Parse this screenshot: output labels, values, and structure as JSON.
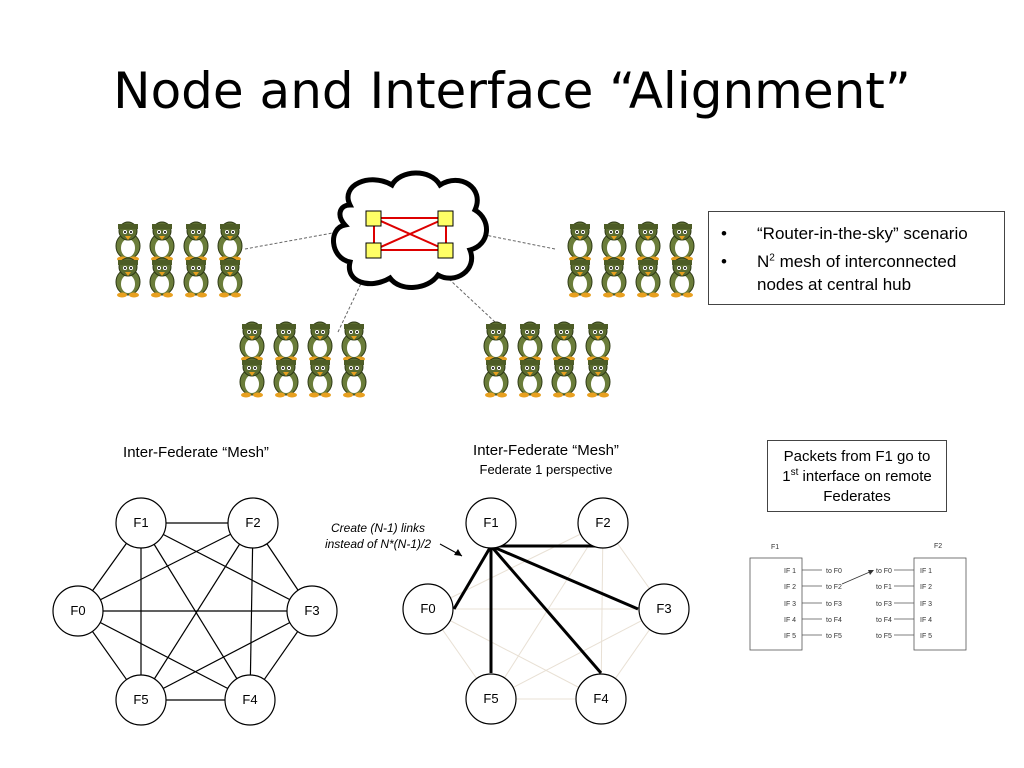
{
  "title": "Node and Interface “Alignment”",
  "bullets": [
    {
      "symbol": "•",
      "text": "“Router-in-the-sky” scenario"
    },
    {
      "symbol": "•",
      "text_pre": "N",
      "sup": "2",
      "text_post": " mesh of interconnected nodes at central hub"
    }
  ],
  "mesh_left": {
    "caption": "Inter-Federate “Mesh”",
    "nodes": [
      "F1",
      "F2",
      "F3",
      "F4",
      "F5",
      "F0"
    ]
  },
  "mesh_right": {
    "caption": "Inter-Federate “Mesh”",
    "subcaption": "Federate 1 perspective",
    "nodes": [
      "F1",
      "F2",
      "F3",
      "F4",
      "F5",
      "F0"
    ]
  },
  "note": "Create (N-1) links instead of N*(N-1)/2",
  "packets_box": {
    "line1": "Packets from F1 go to",
    "line2_num": "1",
    "line2_sup": "st",
    "line2_rest": " interface on remote",
    "line3": "Federates"
  },
  "interface_diagram": {
    "left_label": "F1",
    "right_label": "F2",
    "left_ifs": [
      "IF 1",
      "IF 2",
      "IF 3",
      "IF 4",
      "IF 5"
    ],
    "left_targets": [
      "to F0",
      "to F2",
      "to F3",
      "to F4",
      "to F5"
    ],
    "right_targets": [
      "to F0",
      "to F1",
      "to F3",
      "to F4",
      "to F5"
    ],
    "right_ifs": [
      "IF 1",
      "IF 2",
      "IF 3",
      "IF 4",
      "IF 5"
    ]
  },
  "colors": {
    "cloud_link": "#dd0000",
    "router_fill": "#ffff66",
    "penguin_body": "#6b7d3a",
    "faint_edge": "#e8e0d4"
  }
}
